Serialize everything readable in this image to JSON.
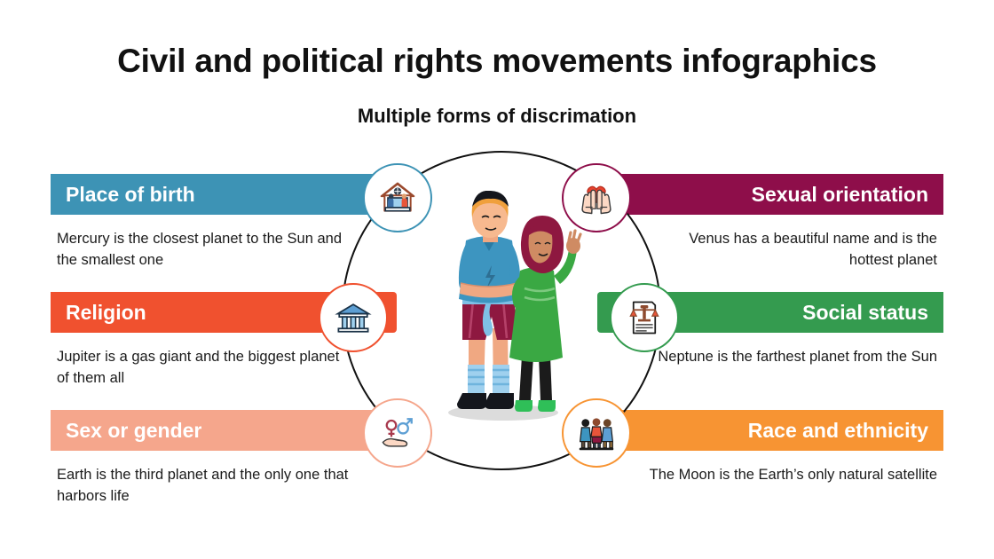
{
  "header": {
    "title": "Civil and political rights movements infographics",
    "subtitle": "Multiple forms of discrimation"
  },
  "colors": {
    "place_of_birth": "#3d93b5",
    "religion": "#f0512f",
    "sex_or_gender": "#f5a68c",
    "sexual_orientation": "#8e0e4a",
    "social_status": "#349b4f",
    "race_and_ethnicity": "#f79433",
    "ring": "#111111",
    "title_text": "#111111",
    "body_text": "#1b1b1b",
    "label_text": "#ffffff",
    "background": "#ffffff"
  },
  "items": [
    {
      "id": "place-of-birth",
      "label": "Place of birth",
      "description": "Mercury is the closest planet to the Sun and the smallest one",
      "color": "#3d93b5",
      "icon": "house-family-icon",
      "side": "left"
    },
    {
      "id": "religion",
      "label": "Religion",
      "description": "Jupiter is a gas giant and the biggest planet of them all",
      "color": "#f0512f",
      "icon": "temple-building-icon",
      "side": "left"
    },
    {
      "id": "sex-or-gender",
      "label": "Sex or gender",
      "description": "Earth is the third planet and the only one that harbors life",
      "color": "#f5a68c",
      "icon": "hand-gender-symbols-icon",
      "side": "left"
    },
    {
      "id": "sexual-orientation",
      "label": "Sexual orientation",
      "description": "Venus has a beautiful name and is the hottest planet",
      "color": "#8e0e4a",
      "icon": "hands-holding-heart-icon",
      "side": "right"
    },
    {
      "id": "social-status",
      "label": "Social status",
      "description": "Neptune is the farthest planet from the Sun",
      "color": "#349b4f",
      "icon": "scales-document-icon",
      "side": "right"
    },
    {
      "id": "race-and-ethnicity",
      "label": "Race and ethnicity",
      "description": "The Moon is the Earth’s only natural satellite",
      "color": "#f79433",
      "icon": "three-people-icon",
      "side": "right"
    }
  ],
  "illustration": {
    "name": "couple-standing-illustration",
    "figures": [
      "man-blue-shirt",
      "woman-green-dress-hijab"
    ]
  }
}
